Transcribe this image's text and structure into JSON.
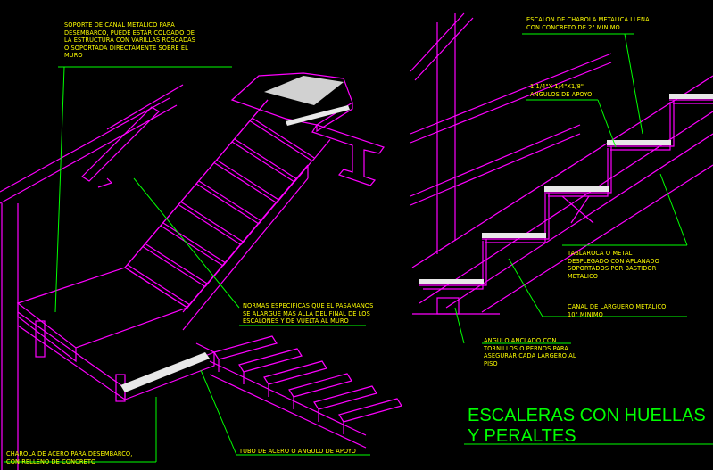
{
  "colors": {
    "background": "#000000",
    "stair": "#ff00ff",
    "leader": "#00ff00",
    "text": "#ffff00",
    "title": "#00ff00",
    "fill": "#e8e8e8"
  },
  "labels": {
    "soporte": "SOPORTE DE CANAL METALICO PARA\nDESEMBARCO, PUEDE ESTAR COLGADO DE\nLA ESTRUCTURA CON VARILLAS ROSCADAS\nO SOPORTADA DIRECTAMENTE SOBRE EL\nMURO",
    "escalon": "ESCALON DE CHAROLA METALICA LLENA\nCON CONCRETO DE 2\" MINIMO",
    "angulos": "1 1/4\"X 1/4\"X1/8\"\nANGULOS DE APOYO",
    "tablaroca": "TABLAROCA O METAL\nDESPLEGADO CON APLANADO\nSOPORTADOS POR BASTIDOR\nMETALICO",
    "canal": "CANAL DE LARGUERO METALICO\n10\" MINIMO",
    "normas": "NORMAS ESPECIFICAS QUE EL PASAMANOS\nSE ALARGUE MAS ALLA DEL FINAL DE LOS\nESCALONES Y DE VUELTA AL MURO",
    "angulo_anclado": "ANGULO ANCLADO CON\nTORNILLOS O PERNOS PARA\nASEGURAR CADA LARGERO AL\nPISO",
    "charola": "CHAROLA DE ACERO PARA DESEMBARCO,\nCON RELLENO DE CONCRETO",
    "tubo": "TUBO DE ACERO O ANGULO DE APOYO"
  },
  "title": {
    "line1": "ESCALERAS CON HUELLAS",
    "line2": "Y PERALTES"
  }
}
